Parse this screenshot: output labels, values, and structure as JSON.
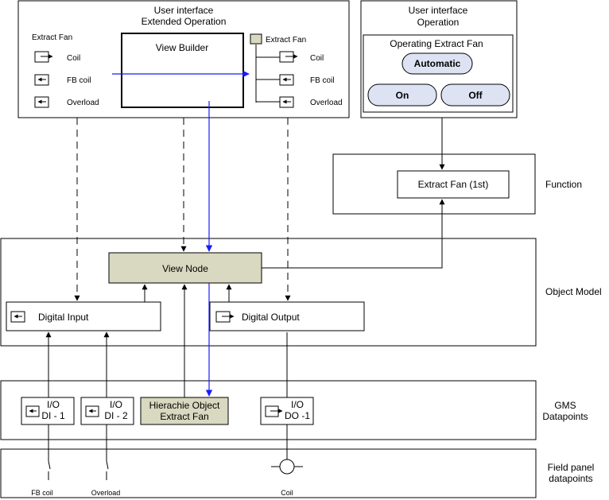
{
  "ui_extended": {
    "title_line1": "User interface",
    "title_line2": "Extended Operation",
    "left_group_title": "Extract Fan",
    "left_items": [
      "Coil",
      "FB coil",
      "Overload"
    ],
    "view_builder": "View Builder",
    "right_group_title": "Extract Fan",
    "right_items": [
      "Coil",
      "FB coil",
      "Overload"
    ]
  },
  "ui_operation": {
    "title_line1": "User interface",
    "title_line2": "Operation",
    "panel_title": "Operating Extract Fan",
    "automatic_label": "Automatic",
    "on_label": "On",
    "off_label": "Off"
  },
  "function_box": {
    "label": "Extract Fan (1st)"
  },
  "object_model": {
    "view_node": "View Node",
    "digital_input": "Digital Input",
    "digital_output": "Digital Output"
  },
  "gms": {
    "di1_line1": "I/O",
    "di1_line2": "DI - 1",
    "di2_line1": "I/O",
    "di2_line2": "DI - 2",
    "hier_line1": "Hierachie Object",
    "hier_line2": "Extract Fan",
    "do1_line1": "I/O",
    "do1_line2": "DO -1"
  },
  "field": {
    "fb_coil": "FB coil",
    "overload": "Overload",
    "coil": "Coil"
  },
  "layer_labels": {
    "function": "Function",
    "object_model": "Object Model",
    "gms_line1": "GMS",
    "gms_line2": "Datapoints",
    "field_line1": "Field panel",
    "field_line2": "datapoints"
  },
  "colors": {
    "olive_fill": "#d9d8c0",
    "pill_fill": "#dde3f3",
    "blue_arrow": "#1a1aff"
  }
}
